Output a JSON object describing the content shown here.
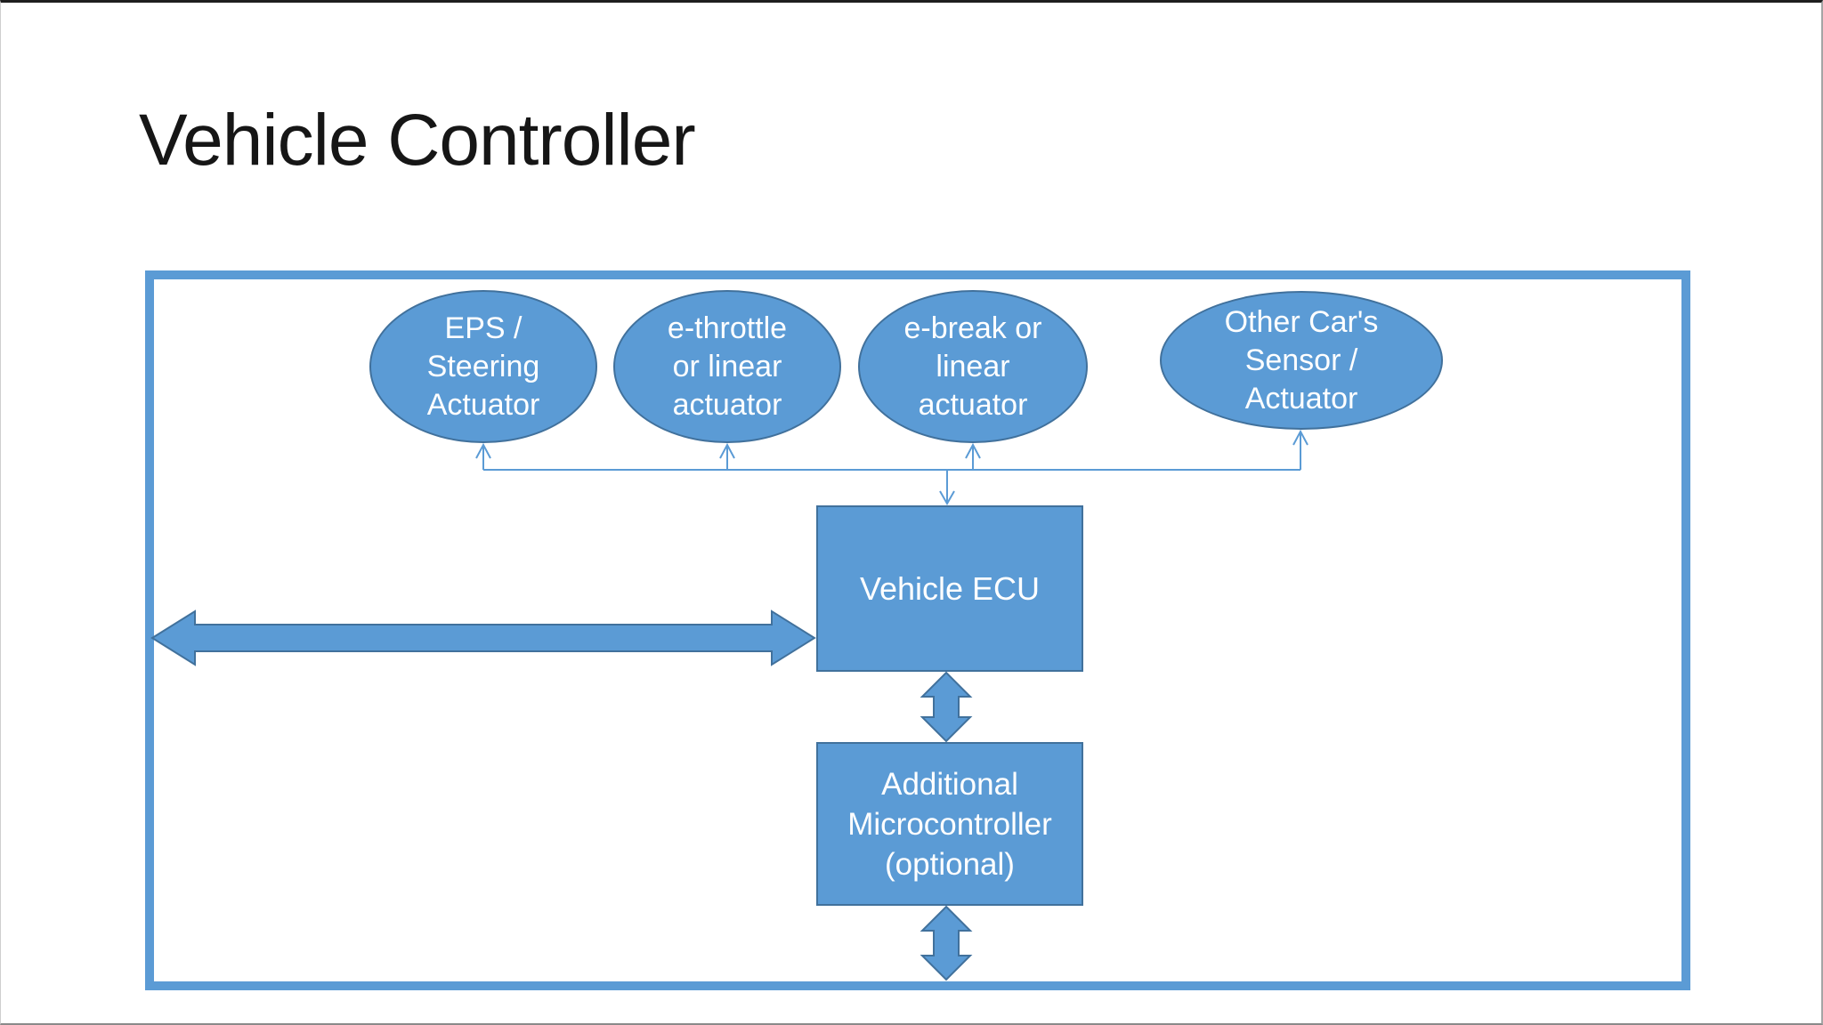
{
  "slide": {
    "title": "Vehicle Controller"
  },
  "colors": {
    "page_bg": "#ffffff",
    "title_color": "#161616",
    "container_border": "#5b9bd5",
    "shape_fill": "#5b9bd5",
    "shape_outline": "#41719c",
    "shape_text": "#ffffff",
    "connector": "#5b9bd5"
  },
  "diagram": {
    "ellipses": [
      {
        "id": "eps-steering-actuator",
        "lines": [
          "EPS /",
          "Steering",
          "Actuator"
        ]
      },
      {
        "id": "e-throttle-actuator",
        "lines": [
          "e-throttle",
          "or linear",
          "actuator"
        ]
      },
      {
        "id": "e-break-actuator",
        "lines": [
          "e-break or",
          "linear",
          "actuator"
        ]
      },
      {
        "id": "other-car-sensor-actuator",
        "lines": [
          "Other Car's",
          "Sensor /",
          "Actuator"
        ]
      }
    ],
    "boxes": [
      {
        "id": "vehicle-ecu",
        "lines": [
          "Vehicle ECU"
        ]
      },
      {
        "id": "additional-microcontroller",
        "lines": [
          "Additional",
          "Microcontroller",
          "(optional)"
        ]
      }
    ],
    "connectors": [
      {
        "id": "sensor-bus",
        "type": "thin-line-arrows-up-and-down"
      },
      {
        "id": "external-left-link",
        "type": "thick-double-arrow-horizontal"
      },
      {
        "id": "ecu-microcontroller-link",
        "type": "thick-double-arrow-vertical"
      },
      {
        "id": "microcontroller-external-link",
        "type": "thick-double-arrow-vertical"
      }
    ]
  }
}
